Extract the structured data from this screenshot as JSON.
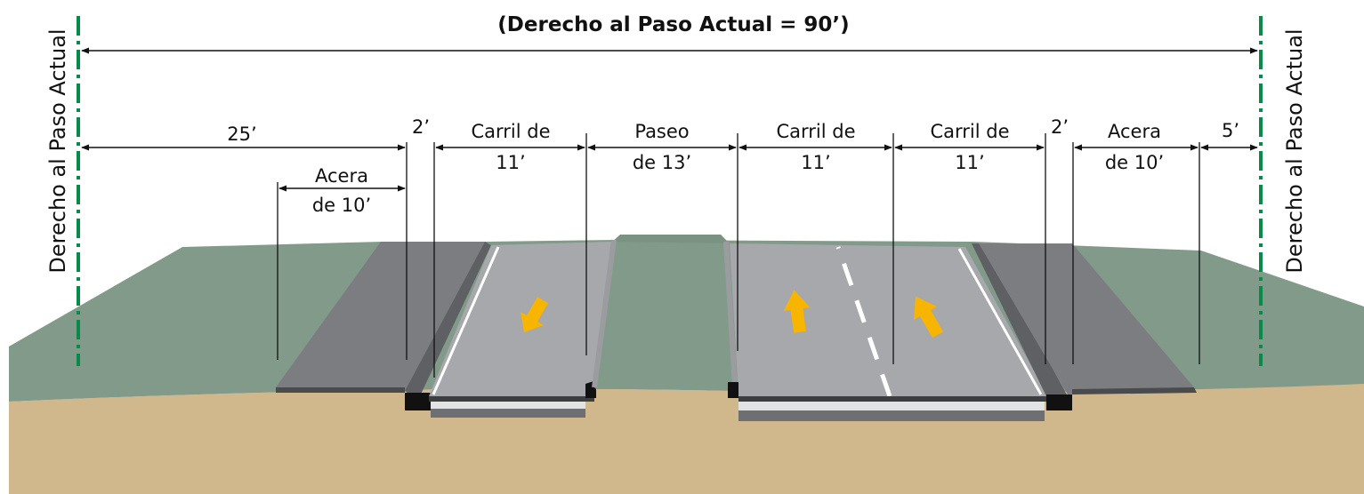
{
  "title": "(Derecho al Paso Actual = 90’)",
  "row_label_left": "Derecho al Paso Actual",
  "row_label_right": "Derecho al Paso Actual",
  "dimensions": {
    "left_setback": "25’",
    "left_sidewalk_line1": "Acera",
    "left_sidewalk_line2": "de 10’",
    "left_curb": "2’",
    "lane1_line1": "Carril de",
    "lane1_line2": "11’",
    "median_line1": "Paseo",
    "median_line2": "de 13’",
    "lane2_line1": "Carril de",
    "lane2_line2": "11’",
    "lane3_line1": "Carril de",
    "lane3_line2": "11’",
    "right_curb": "2’",
    "right_sidewalk_line1": "Acera",
    "right_sidewalk_line2": "de 10’",
    "right_setback": "5’"
  },
  "colors": {
    "ground": "#d1b88c",
    "grass": "#829a89",
    "sidewalk": "#7b7c80",
    "pavement": "#a6a8ab",
    "row_line": "#0a8a4a",
    "arrow": "#f7b500"
  }
}
